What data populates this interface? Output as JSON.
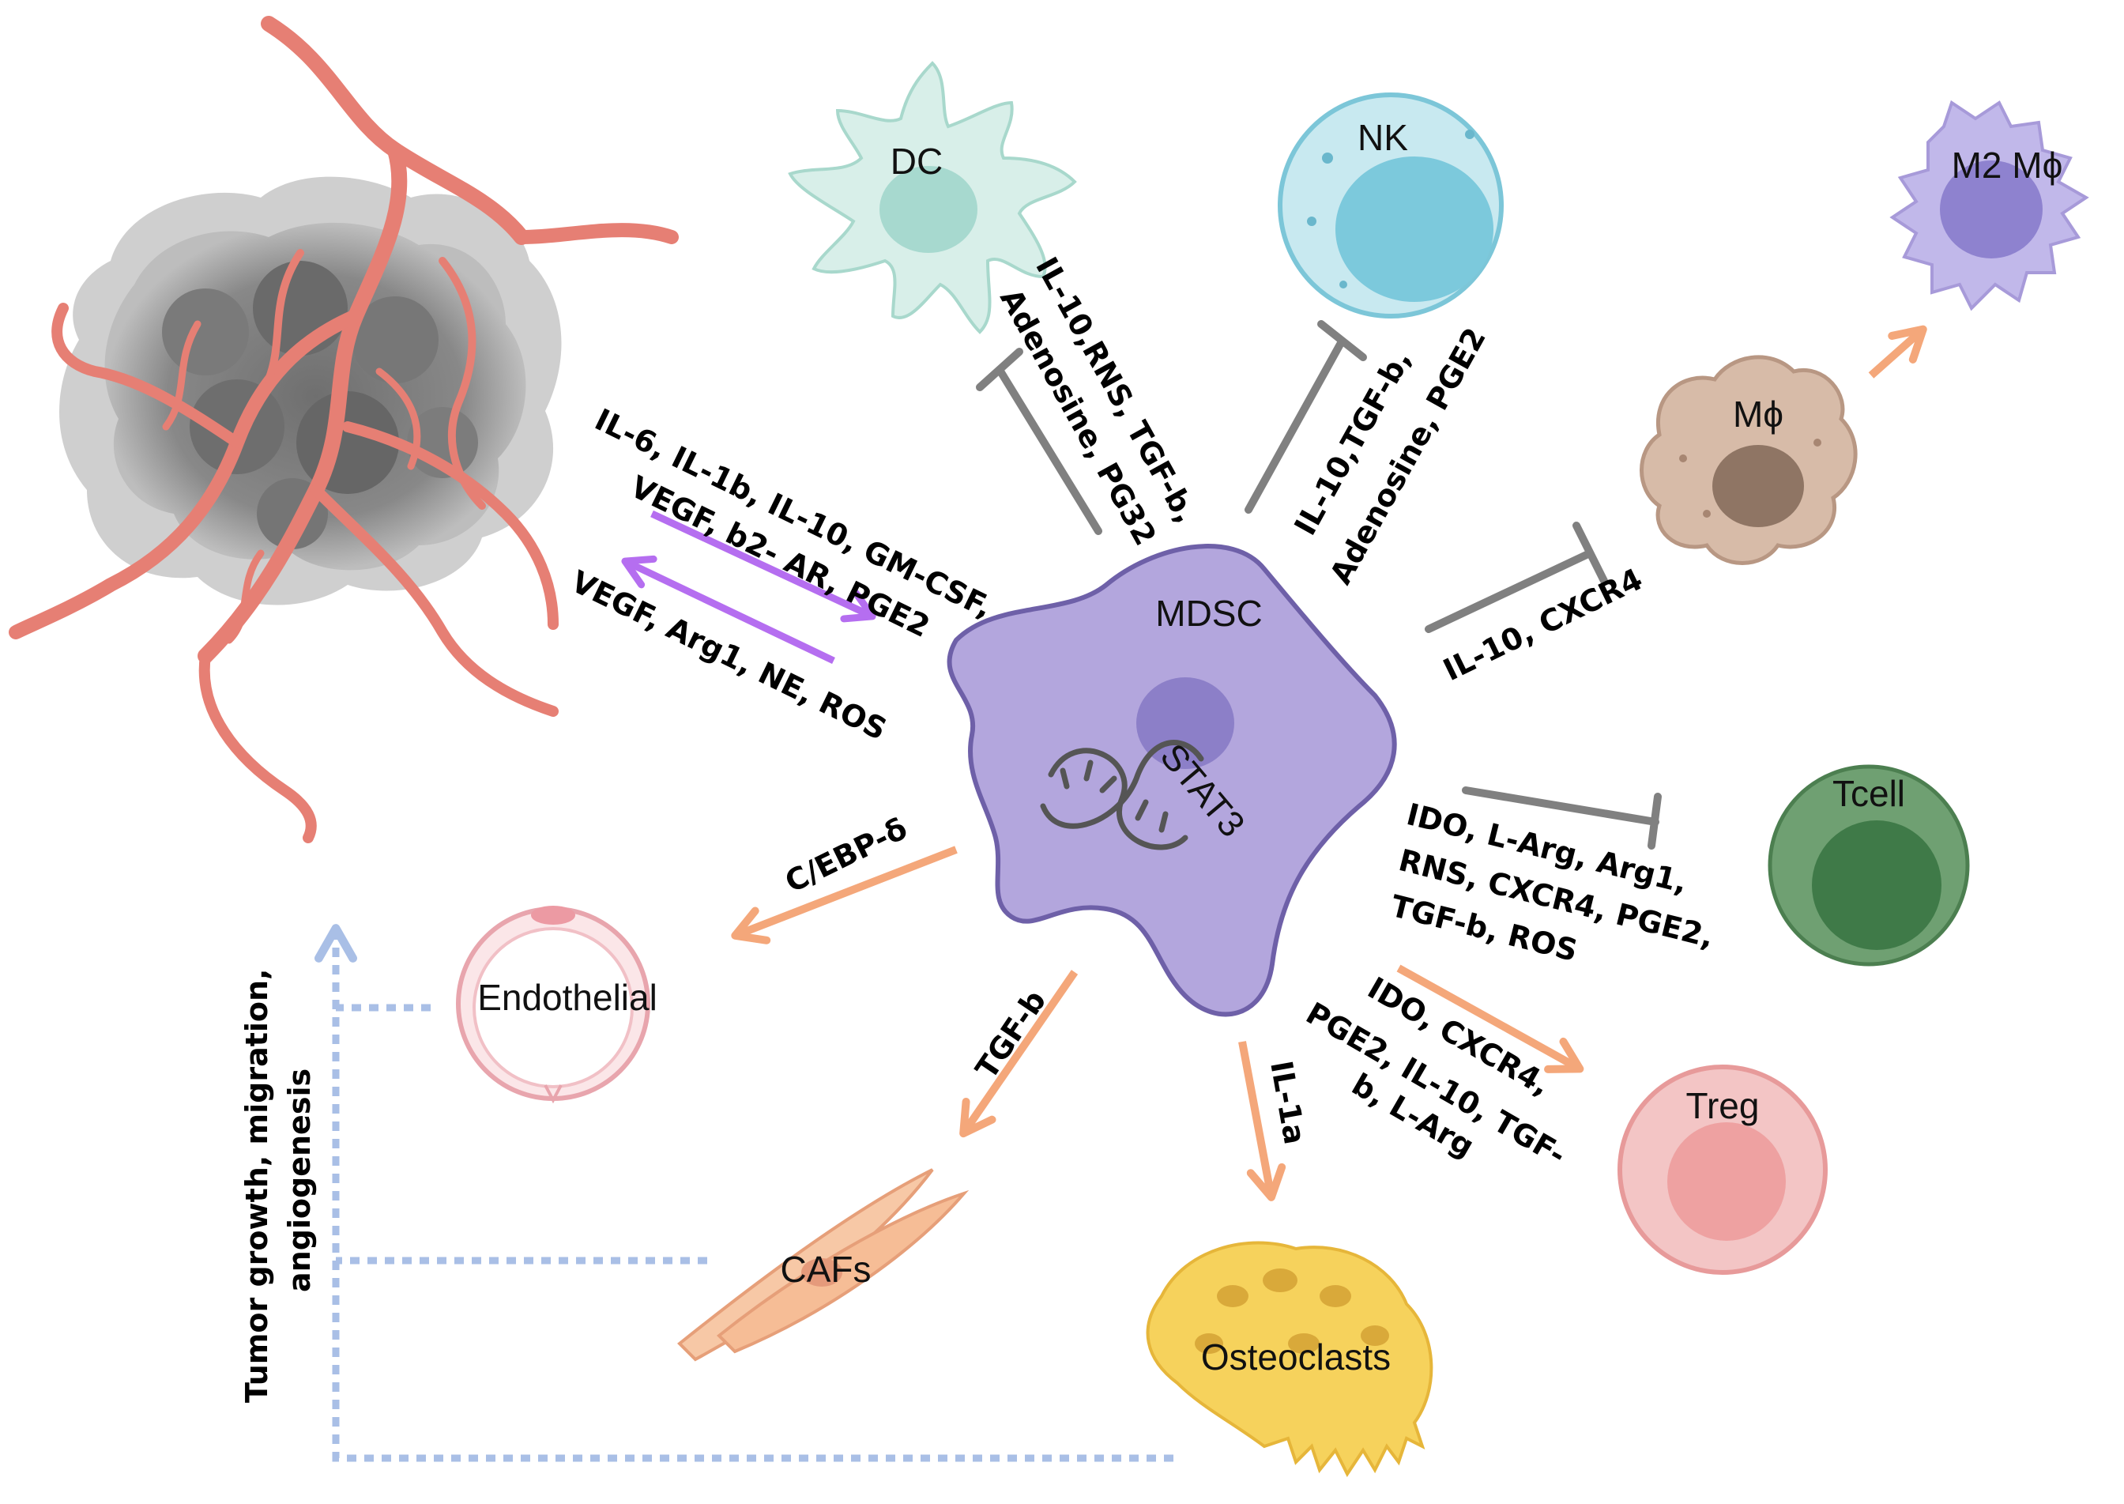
{
  "cells": {
    "dc": "DC",
    "nk": "NK",
    "m2_macrophage": "M2 Mϕ",
    "macrophage": "Mϕ",
    "mdsc": "MDSC",
    "stat3": "STAT3",
    "tcell": "Tcell",
    "treg": "Treg",
    "endothelial": "Endothelial",
    "cafs": "CAFs",
    "osteoclasts": "Osteoclasts"
  },
  "signals": {
    "to_mdsc_line1": "IL-6, IL-1b, IL-10, GM-CSF,",
    "to_mdsc_line2": "VEGF, b2- AR, PGE2",
    "to_tumor": "VEGF, Arg1, NE, ROS",
    "dc_line1": "IL-10,RNS, TGF-b,",
    "dc_line2": "Adenosine, PG32",
    "nk_line1": "IL-10,TGF-b,",
    "nk_line2": "Adenosine, PGE2",
    "macrophage": "IL-10, CXCR4",
    "tcell_line1": "IDO, L-Arg, Arg1,",
    "tcell_line2": "RNS, CXCR4, PGE2,",
    "tcell_line3": "TGF-b, ROS",
    "treg_line1": "IDO, CXCR4,",
    "treg_line2": "PGE2, IL-10, TGF-",
    "treg_line3": "b, L-Arg",
    "endothelial": "C/EBP-δ",
    "cafs": "TGF-b",
    "osteoclasts": "IL-1a"
  },
  "outcome": {
    "line1": "Tumor growth, migration,",
    "line2": "angiogenesis"
  },
  "colors": {
    "inhibit": "#808080",
    "promote": "#f4a77a",
    "exchange": "#b56ef0",
    "feedback": "#a9bfe6",
    "mdsc": "#b3a6dd",
    "vessel": "#e67f74"
  }
}
